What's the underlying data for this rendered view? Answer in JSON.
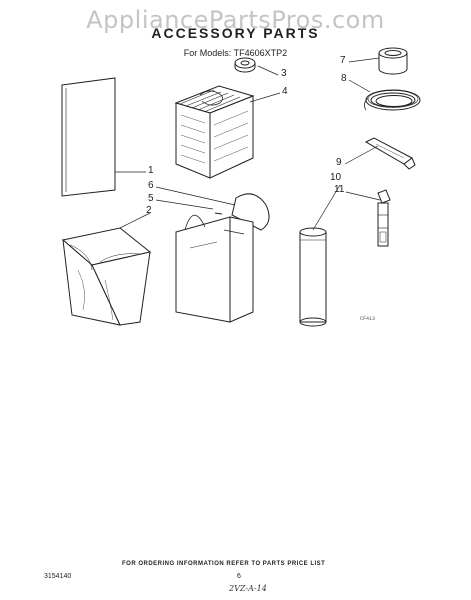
{
  "watermark": "AppliancePartsPros.com",
  "header": {
    "title": "ACCESSORY PARTS",
    "subtitle": "For Models: TF4606XTP2"
  },
  "callouts": {
    "c1": "1",
    "c2": "2",
    "c3": "3",
    "c4": "4",
    "c5": "5",
    "c6": "6",
    "c7": "7",
    "c8": "8",
    "c9": "9",
    "c10": "10",
    "c11": "11"
  },
  "figure_code": "CF413",
  "footer": {
    "ordering_note": "FOR ORDERING INFORMATION REFER TO PARTS PRICE LIST",
    "part_number": "3154140",
    "page_number": "6",
    "handwritten_note": "2VZ-A-14"
  }
}
